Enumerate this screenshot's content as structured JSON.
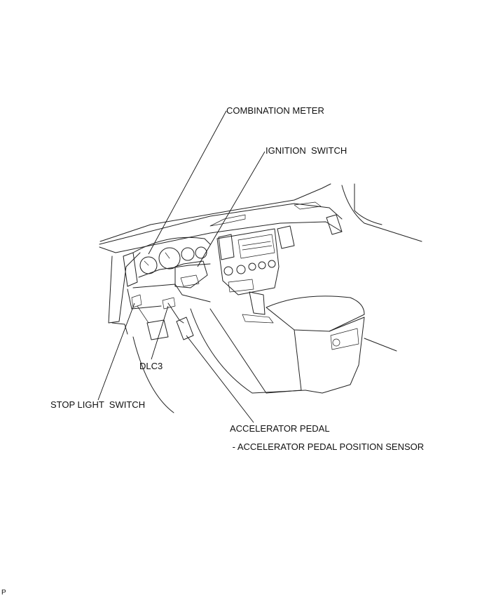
{
  "labels": {
    "combination_meter": "COMBINATION METER",
    "ignition_switch": "IGNITION  SWITCH",
    "dlc3": "DLC3",
    "stop_light_switch": "STOP LIGHT  SWITCH",
    "accelerator_pedal": "ACCELERATOR PEDAL",
    "accelerator_pedal_position_sensor": " - ACCELERATOR PEDAL POSITION SENSOR"
  },
  "corner_mark": "P"
}
